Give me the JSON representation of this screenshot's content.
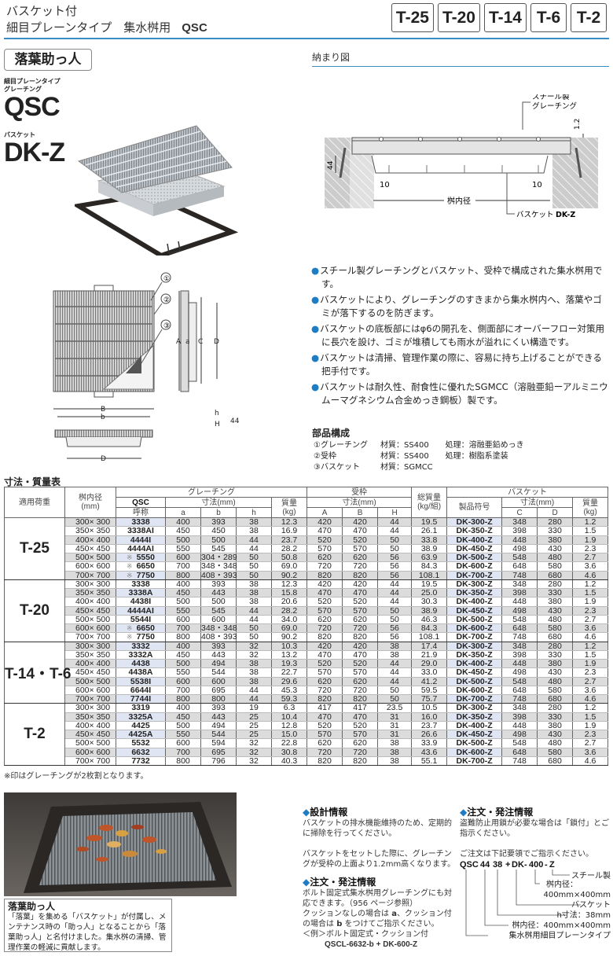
{
  "header": {
    "line1": "バスケット付",
    "line2": "細目プレーンタイプ　集水桝用",
    "code": "QSC",
    "badges": [
      "T-25",
      "T-20",
      "T-14",
      "T-6",
      "T-2"
    ]
  },
  "tag": "落葉助っ人",
  "product": {
    "sub1": "細目プレーンタイプ",
    "sub2": "グレーチング",
    "name1": "QSC",
    "sub3": "バスケット",
    "name2": "DK-Z"
  },
  "install": {
    "title": "納まり図",
    "grating_label1": "スチール製",
    "grating_label2": "グレーチング",
    "dim_12": "1.2",
    "dim_44": "44",
    "dim_10a": "10",
    "dim_10b": "10",
    "inner": "桝内径",
    "basket_label": "バスケット",
    "basket_code": "DK-Z"
  },
  "drawing": {
    "labels": [
      "①",
      "②",
      "③"
    ],
    "A": "A",
    "a": "a",
    "C": "C",
    "D": "D",
    "B": "B",
    "b": "b",
    "D2": "D",
    "h": "h",
    "H": "H",
    "d44": "44"
  },
  "features": [
    "スチール製グレーチングとバスケット、受枠で構成された集水桝用です。",
    "バスケットにより、グレーチングのすきまから集水桝内へ、落葉やゴミが落下するのを防ぎます。",
    "バスケットの底板部にはφ6の開孔を、側面部にオーバーフロー対策用に長穴を設け、ゴミが堆積しても雨水が溢れにくい構造です。",
    "バスケットは清掃、管理作業の際に、容易に持ち上げることができる把手付です。",
    "バスケットは耐久性、耐食性に優れたSGMCC（溶融亜鉛ーアルミニウムーマグネシウム合金めっき鋼板）製です。"
  ],
  "parts": {
    "title": "部品構成",
    "items": [
      {
        "name": "①グレーチング",
        "material": "材質：SS400",
        "treatment": "処理：溶融亜鉛めっき"
      },
      {
        "name": "②受枠",
        "material": "材質：SS400",
        "treatment": "処理：樹脂系塗装"
      },
      {
        "name": "③バスケット",
        "material": "材質：SGMCC",
        "treatment": ""
      }
    ]
  },
  "table": {
    "title": "寸法・質量表",
    "headers": {
      "load": "適用荷重",
      "inner": "桝内径",
      "inner_unit": "(mm)",
      "grating": "グレーチング",
      "qsc": "QSC",
      "nominal": "呼称",
      "dims": "寸法(mm)",
      "a": "a",
      "b": "b",
      "h": "h",
      "mass": "質量",
      "mass_unit": "(kg)",
      "frame": "受枠",
      "A": "A",
      "B": "B",
      "H": "H",
      "total": "総質量",
      "total_unit": "(kg/組)",
      "basket": "バスケット",
      "product_code": "製品符号",
      "C": "C",
      "D": "D"
    },
    "groups": [
      {
        "load": "T-25",
        "rows": [
          [
            "300× 300",
            "",
            "3338",
            "400",
            "393",
            "38",
            "12.3",
            "420",
            "420",
            "44",
            "19.5",
            "DK-300-Z",
            "348",
            "280",
            "1.2"
          ],
          [
            "350× 350",
            "",
            "3338AI",
            "450",
            "450",
            "38",
            "16.9",
            "470",
            "470",
            "44",
            "26.1",
            "DK-350-Z",
            "398",
            "330",
            "1.5"
          ],
          [
            "400× 400",
            "",
            "4444I",
            "500",
            "500",
            "44",
            "23.7",
            "520",
            "520",
            "50",
            "33.8",
            "DK-400-Z",
            "448",
            "380",
            "1.9"
          ],
          [
            "450× 450",
            "",
            "4444AI",
            "550",
            "545",
            "44",
            "28.2",
            "570",
            "570",
            "50",
            "38.9",
            "DK-450-Z",
            "498",
            "430",
            "2.3"
          ],
          [
            "500× 500",
            "※",
            "5550",
            "600",
            "304・289",
            "50",
            "50.8",
            "620",
            "620",
            "56",
            "63.9",
            "DK-500-Z",
            "548",
            "480",
            "2.7"
          ],
          [
            "600× 600",
            "※",
            "6650",
            "700",
            "348・348",
            "50",
            "69.0",
            "720",
            "720",
            "56",
            "84.3",
            "DK-600-Z",
            "648",
            "580",
            "3.6"
          ],
          [
            "700× 700",
            "※",
            "7750",
            "800",
            "408・393",
            "50",
            "90.2",
            "820",
            "820",
            "56",
            "108.1",
            "DK-700-Z",
            "748",
            "680",
            "4.6"
          ]
        ]
      },
      {
        "load": "T-20",
        "rows": [
          [
            "300× 300",
            "",
            "3338",
            "400",
            "393",
            "38",
            "12.3",
            "420",
            "420",
            "44",
            "19.5",
            "DK-300-Z",
            "348",
            "280",
            "1.2"
          ],
          [
            "350× 350",
            "",
            "3338A",
            "450",
            "443",
            "38",
            "15.8",
            "470",
            "470",
            "44",
            "25.0",
            "DK-350-Z",
            "398",
            "330",
            "1.5"
          ],
          [
            "400× 400",
            "",
            "4438I",
            "500",
            "500",
            "38",
            "20.6",
            "520",
            "520",
            "44",
            "30.3",
            "DK-400-Z",
            "448",
            "380",
            "1.9"
          ],
          [
            "450× 450",
            "",
            "4444AI",
            "550",
            "545",
            "44",
            "28.2",
            "570",
            "570",
            "50",
            "38.9",
            "DK-450-Z",
            "498",
            "430",
            "2.3"
          ],
          [
            "500× 500",
            "",
            "5544I",
            "600",
            "600",
            "44",
            "34.0",
            "620",
            "620",
            "50",
            "46.3",
            "DK-500-Z",
            "548",
            "480",
            "2.7"
          ],
          [
            "600× 600",
            "※",
            "6650",
            "700",
            "348・348",
            "50",
            "69.0",
            "720",
            "720",
            "56",
            "84.3",
            "DK-600-Z",
            "648",
            "580",
            "3.6"
          ],
          [
            "700× 700",
            "※",
            "7750",
            "800",
            "408・393",
            "50",
            "90.2",
            "820",
            "820",
            "56",
            "108.1",
            "DK-700-Z",
            "748",
            "680",
            "4.6"
          ]
        ]
      },
      {
        "load": "T-14・T-6",
        "rows": [
          [
            "300× 300",
            "",
            "3332",
            "400",
            "393",
            "32",
            "10.3",
            "420",
            "420",
            "38",
            "17.4",
            "DK-300-Z",
            "348",
            "280",
            "1.2"
          ],
          [
            "350× 350",
            "",
            "3332A",
            "450",
            "443",
            "32",
            "13.2",
            "470",
            "470",
            "38",
            "21.9",
            "DK-350-Z",
            "398",
            "330",
            "1.5"
          ],
          [
            "400× 400",
            "",
            "4438",
            "500",
            "494",
            "38",
            "19.3",
            "520",
            "520",
            "44",
            "29.0",
            "DK-400-Z",
            "448",
            "380",
            "1.9"
          ],
          [
            "450× 450",
            "",
            "4438A",
            "550",
            "544",
            "38",
            "22.7",
            "570",
            "570",
            "44",
            "33.0",
            "DK-450-Z",
            "498",
            "430",
            "2.3"
          ],
          [
            "500× 500",
            "",
            "5538I",
            "600",
            "600",
            "38",
            "29.6",
            "620",
            "620",
            "44",
            "41.2",
            "DK-500-Z",
            "548",
            "480",
            "2.7"
          ],
          [
            "600× 600",
            "",
            "6644I",
            "700",
            "695",
            "44",
            "45.3",
            "720",
            "720",
            "50",
            "59.5",
            "DK-600-Z",
            "648",
            "580",
            "3.6"
          ],
          [
            "700× 700",
            "",
            "7744I",
            "800",
            "800",
            "44",
            "59.3",
            "820",
            "820",
            "50",
            "75.7",
            "DK-700-Z",
            "748",
            "680",
            "4.6"
          ]
        ]
      },
      {
        "load": "T-2",
        "rows": [
          [
            "300× 300",
            "",
            "3319",
            "400",
            "393",
            "19",
            "6.3",
            "417",
            "417",
            "23.5",
            "10.5",
            "DK-300-Z",
            "348",
            "280",
            "1.2"
          ],
          [
            "350× 350",
            "",
            "3325A",
            "450",
            "443",
            "25",
            "10.4",
            "470",
            "470",
            "31",
            "16.0",
            "DK-350-Z",
            "398",
            "330",
            "1.5"
          ],
          [
            "400× 400",
            "",
            "4425",
            "500",
            "494",
            "25",
            "12.8",
            "520",
            "520",
            "31",
            "23.7",
            "DK-400-Z",
            "448",
            "380",
            "1.9"
          ],
          [
            "450× 450",
            "",
            "4425A",
            "550",
            "544",
            "25",
            "15.0",
            "570",
            "570",
            "31",
            "26.6",
            "DK-450-Z",
            "498",
            "430",
            "2.3"
          ],
          [
            "500× 500",
            "",
            "5532",
            "600",
            "594",
            "32",
            "22.8",
            "620",
            "620",
            "38",
            "33.9",
            "DK-500-Z",
            "548",
            "480",
            "2.7"
          ],
          [
            "600× 600",
            "",
            "6632",
            "700",
            "695",
            "32",
            "30.8",
            "720",
            "720",
            "38",
            "43.6",
            "DK-600-Z",
            "648",
            "580",
            "3.6"
          ],
          [
            "700× 700",
            "",
            "7732",
            "800",
            "796",
            "32",
            "40.3",
            "820",
            "820",
            "38",
            "55.1",
            "DK-700-Z",
            "748",
            "680",
            "4.6"
          ]
        ]
      }
    ],
    "footnote": "※印はグレーチングが2枚割となります。"
  },
  "caption": {
    "title": "落葉助っ人",
    "text": "「落葉」を集める「バスケット」が付属し、メンテナンス時の「助っ人」となることから「落葉助っ人」と名付けました。集水桝の清掃、管理作業の軽減に貢献します。"
  },
  "design_info": {
    "title": "設計情報",
    "p1": "バスケットの排水機能維持のため、定期的に掃除を行ってください。",
    "p2": "バスケットをセットした際に、グレーチングが受枠の上面より1.2mm高くなります。"
  },
  "order_info1": {
    "title": "注文・発注情報",
    "p1": "ボルト固定式集水桝用グレーチングにも対応できます。（956 ページ参照）",
    "p2_a": "クッションなしの場合は",
    "p2_b": "a",
    "p2_c": "、クッション付の場合は",
    "p2_d": "b",
    "p2_e": "をつけてご指示ください。",
    "example": "＜例＞ボルト固定式・クッション付",
    "example_code": "QSCL-6632-b + DK-600-Z"
  },
  "order_info2": {
    "title": "注文・発注情報",
    "p1": "盗難防止用鎖が必要な場合は「鎖付」とご指示ください。",
    "p2": "ご注文は下記要領でご指示ください。",
    "code_parts": [
      "QSC",
      "44",
      "38",
      "+",
      "DK",
      "-",
      "400",
      "-",
      "Z"
    ],
    "legend": [
      "スチール製",
      "桝内径：",
      "400mm×400mm",
      "バスケット",
      "h寸法：38mm",
      "桝内径：400mm×400mm",
      "集水桝用細目プレーンタイプ"
    ]
  },
  "colors": {
    "accent": "#3a8cc4",
    "bullet": "#1e7cc4",
    "row_shade": "#dcdcdc",
    "code_shade": "#dfe5f3"
  }
}
